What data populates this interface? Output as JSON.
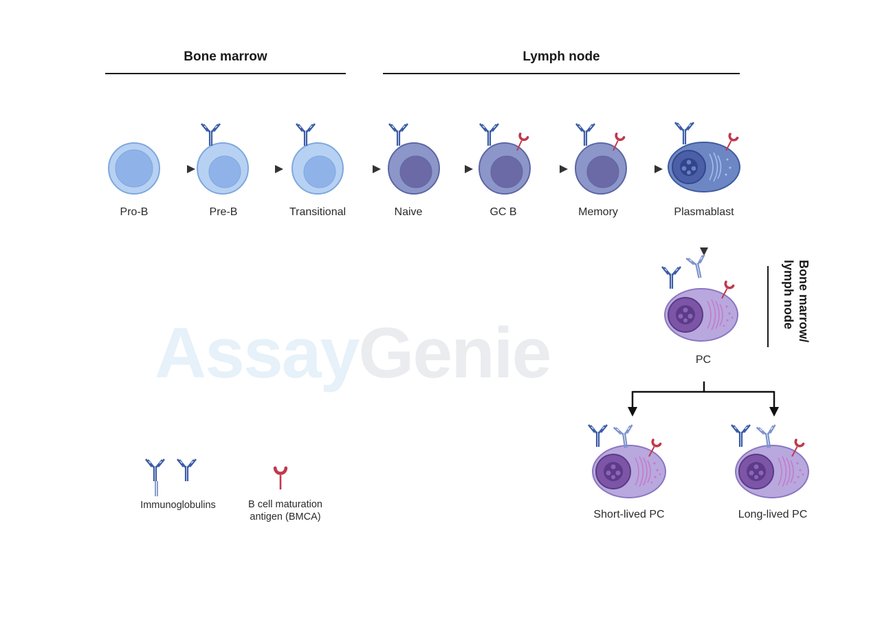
{
  "sections": {
    "bone_marrow": "Bone marrow",
    "lymph_node": "Lymph node",
    "bone_marrow_lymph_node_line1": "Bone marrow/",
    "bone_marrow_lymph_node_line2": "lymph node"
  },
  "cells": [
    {
      "id": "pro-b",
      "label": "Pro-B"
    },
    {
      "id": "pre-b",
      "label": "Pre-B"
    },
    {
      "id": "transitional",
      "label": "Transitional"
    },
    {
      "id": "naive",
      "label": "Naive"
    },
    {
      "id": "gc-b",
      "label": "GC B"
    },
    {
      "id": "memory",
      "label": "Memory"
    },
    {
      "id": "plasmablast",
      "label": "Plasmablast"
    },
    {
      "id": "pc",
      "label": "PC"
    },
    {
      "id": "short-lived-pc",
      "label": "Short-lived PC"
    },
    {
      "id": "long-lived-pc",
      "label": "Long-lived PC"
    }
  ],
  "legend": {
    "immunoglobulins": "Immunoglobulins",
    "bcma_line1": "B cell maturation",
    "bcma_line2": "antigen (BMCA)"
  },
  "watermark": {
    "part1": "Assay",
    "part2": "Genie",
    "color1": "#3b8fd6",
    "color2": "#5b6b80"
  },
  "colors": {
    "early_cell_fill": "#b7d1f3",
    "early_cell_stroke": "#7ea7dd",
    "early_nucleus": "#8fb3e9",
    "mature_cell_fill": "#8c96c8",
    "mature_cell_stroke": "#5c66a3",
    "mature_nucleus": "#6b6aa6",
    "plasmablast_fill": "#6d87c4",
    "plasma_fill": "#b8a8de",
    "plasma_nucleus": "#7d55a6",
    "antibody_dark": "#3b5ca8",
    "antibody_light": "#7c93cc",
    "bcma_red": "#c0394b",
    "arrow": "#555555"
  }
}
